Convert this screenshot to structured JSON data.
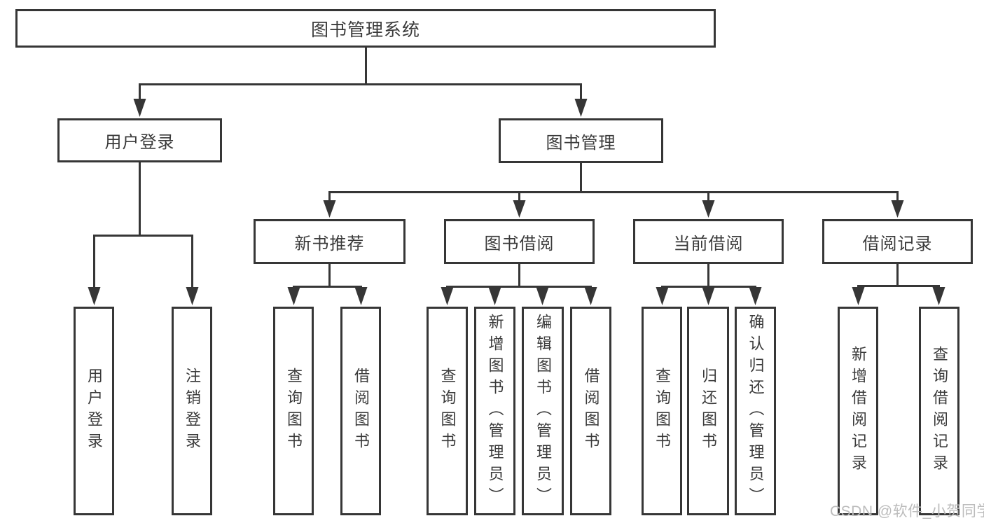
{
  "diagram": {
    "type": "tree",
    "root": {
      "label": "图书管理系统"
    },
    "level2": [
      {
        "id": "user-login",
        "label": "用户登录",
        "parent": "图书管理系统"
      },
      {
        "id": "book-management",
        "label": "图书管理",
        "parent": "图书管理系统"
      }
    ],
    "level3": [
      {
        "id": "new-book-recommend",
        "label": "新书推荐",
        "parent": "图书管理"
      },
      {
        "id": "book-borrow",
        "label": "图书借阅",
        "parent": "图书管理"
      },
      {
        "id": "current-borrow",
        "label": "当前借阅",
        "parent": "图书管理"
      },
      {
        "id": "borrow-records",
        "label": "借阅记录",
        "parent": "图书管理"
      }
    ],
    "leaves": [
      {
        "label": "用户登录",
        "parent": "用户登录"
      },
      {
        "label": "注销登录",
        "parent": "用户登录"
      },
      {
        "label": "查询图书",
        "parent": "新书推荐"
      },
      {
        "label": "借阅图书",
        "parent": "新书推荐"
      },
      {
        "label": "查询图书",
        "parent": "图书借阅"
      },
      {
        "label": "新增图书（管理员）",
        "parent": "图书借阅"
      },
      {
        "label": "编辑图书（管理员）",
        "parent": "图书借阅"
      },
      {
        "label": "借阅图书",
        "parent": "图书借阅"
      },
      {
        "label": "查询图书",
        "parent": "当前借阅"
      },
      {
        "label": "归还图书",
        "parent": "当前借阅"
      },
      {
        "label": "确认归还（管理员）",
        "parent": "当前借阅"
      },
      {
        "label": "新增借阅记录",
        "parent": "借阅记录"
      },
      {
        "label": "查询借阅记录",
        "parent": "借阅记录"
      }
    ]
  },
  "watermark": {
    "text": "CSDN @软件_小贺同学"
  },
  "colors": {
    "line": "#363636",
    "box_border": "#363636",
    "text": "#3a3a3a",
    "watermark": "#bcbcbc",
    "background": "#ffffff"
  }
}
